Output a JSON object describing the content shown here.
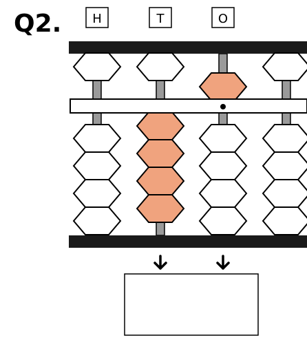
{
  "question": {
    "label": "Q2."
  },
  "place_values": [
    "H",
    "T",
    "O"
  ],
  "colors": {
    "active_bead": "#f0a37e",
    "inactive_bead": "#ffffff",
    "frame": "#1a1a1a",
    "rod": "#9a9a9a"
  },
  "abacus": {
    "rods": [
      {
        "place": "H",
        "upper_bead_active": false,
        "lower_beads_active": 0
      },
      {
        "place": "T",
        "upper_bead_active": false,
        "lower_beads_active": 4
      },
      {
        "place": "O",
        "upper_bead_active": true,
        "lower_beads_active": 0
      },
      {
        "place": "",
        "upper_bead_active": false,
        "lower_beads_active": 0
      }
    ],
    "lower_beads_per_rod": 4
  },
  "answer": {
    "value": ""
  }
}
